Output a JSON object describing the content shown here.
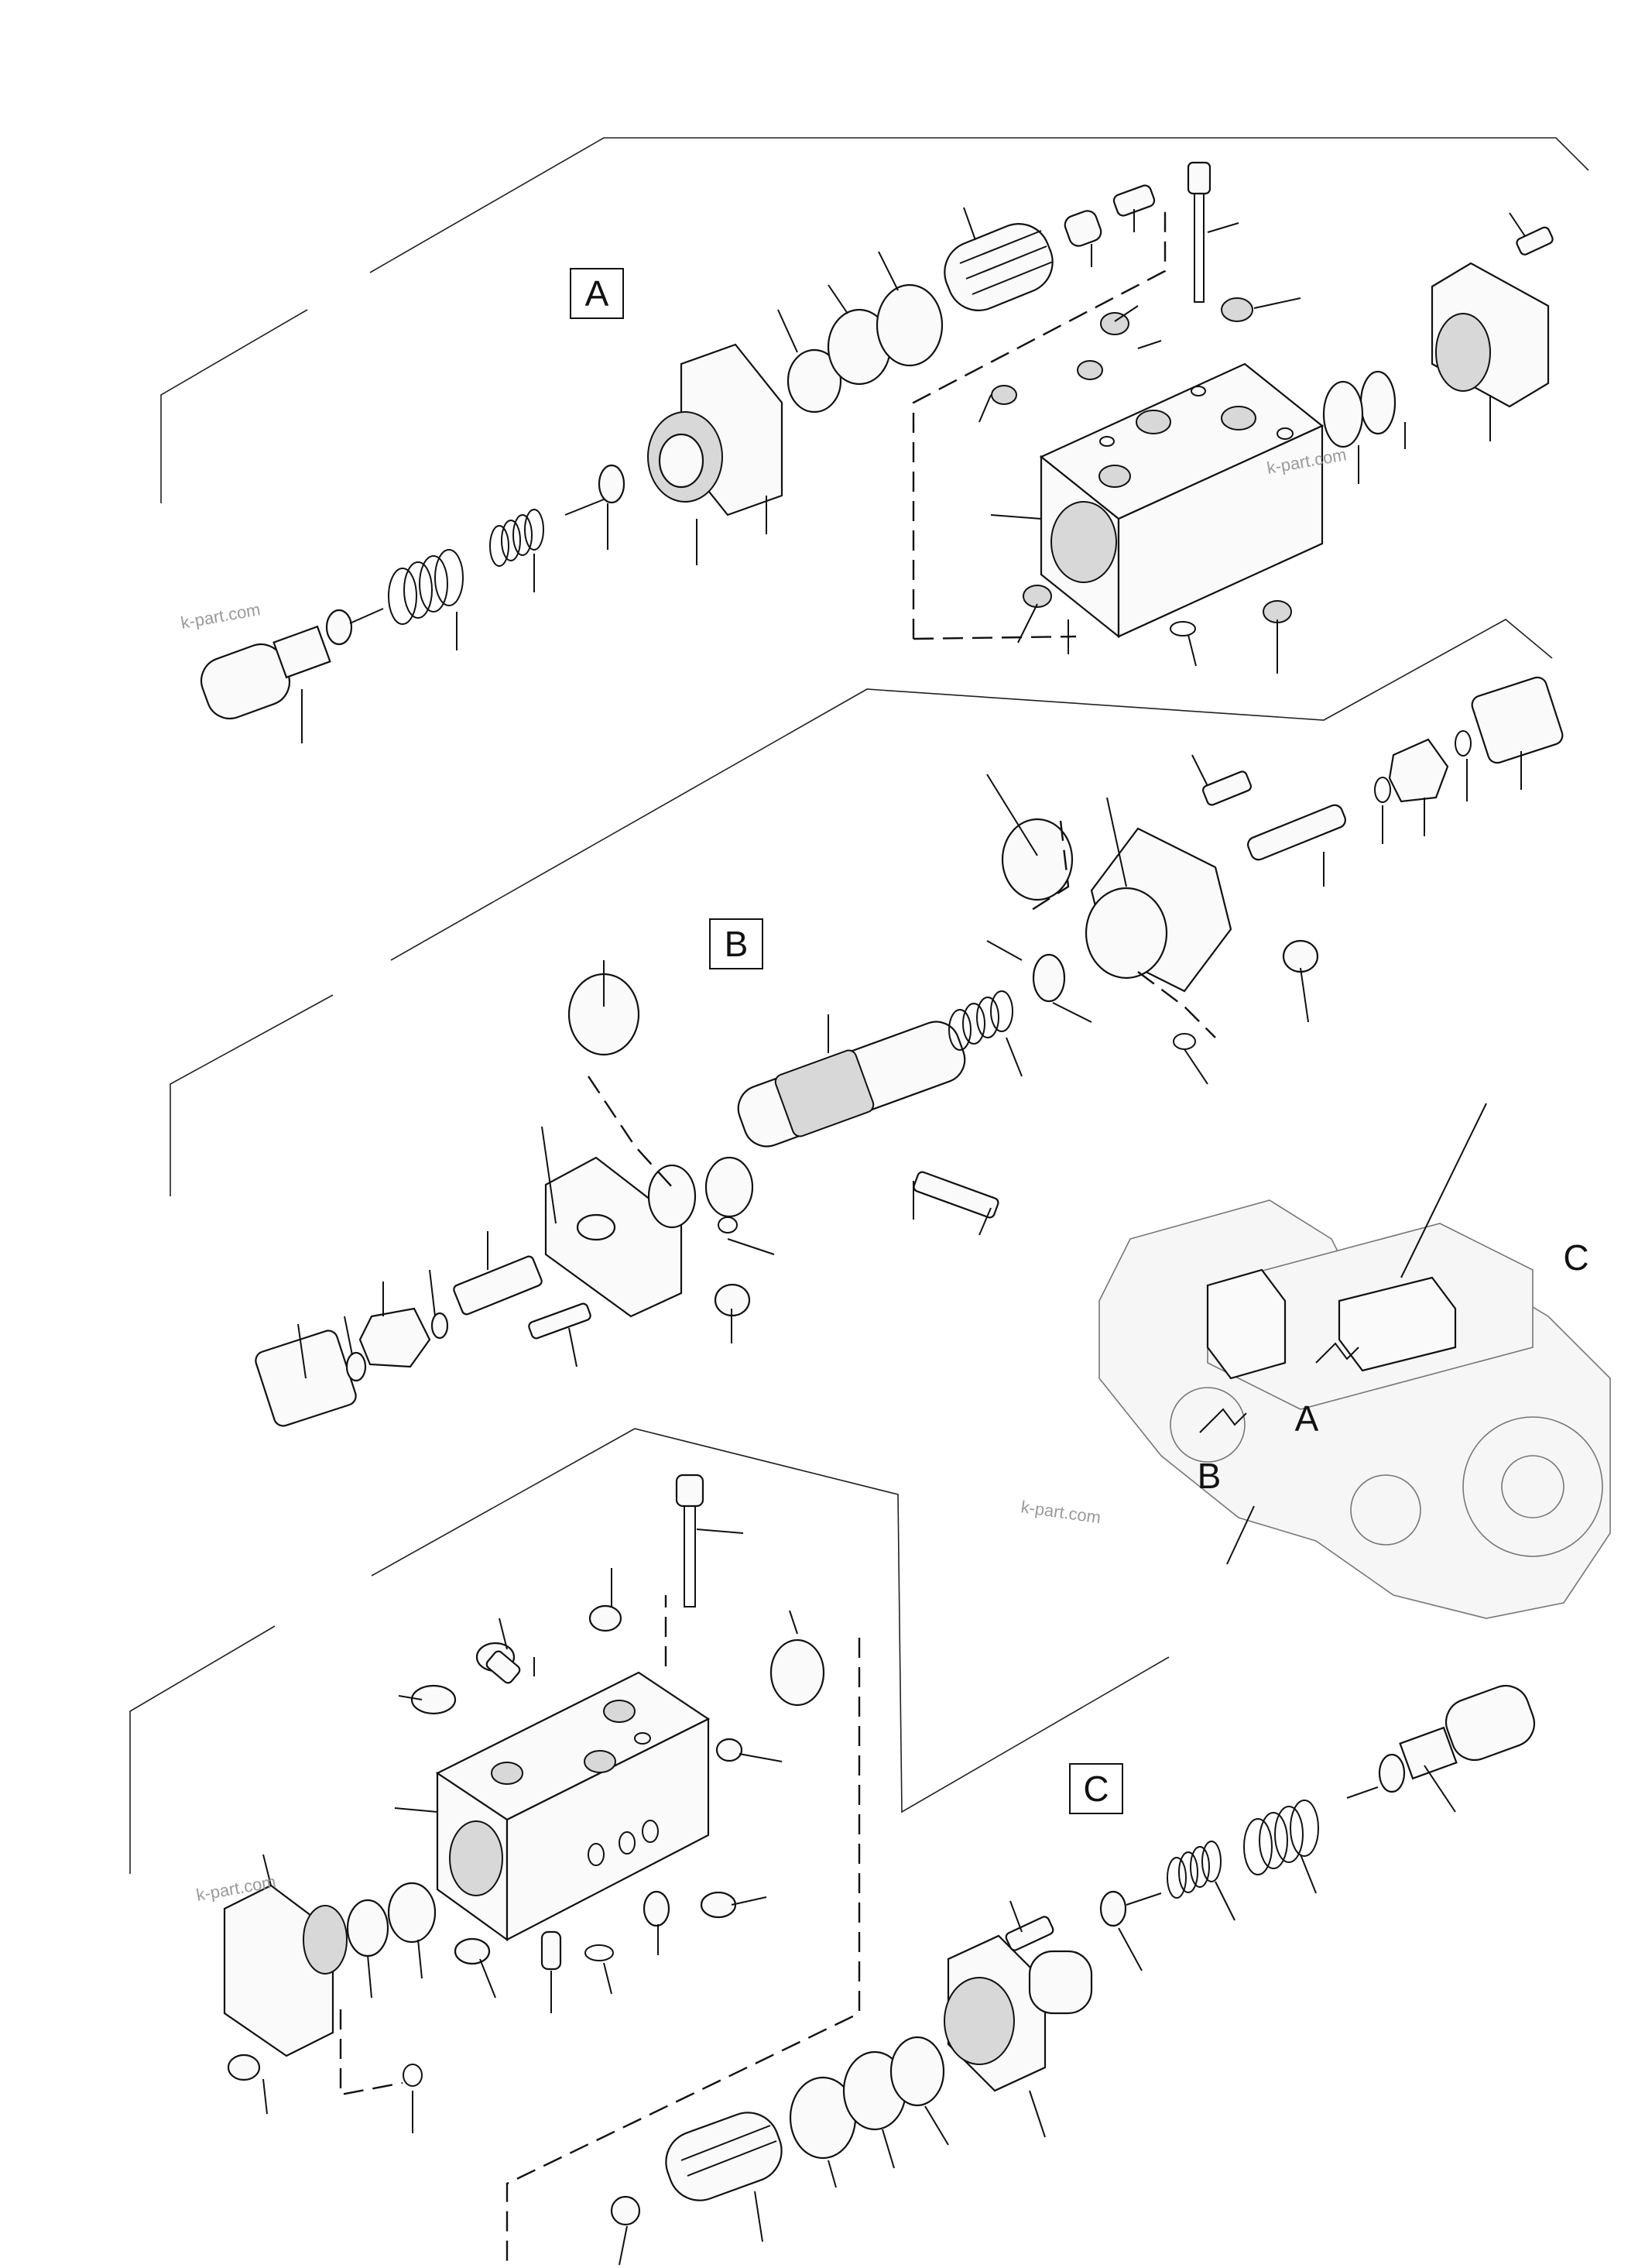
{
  "sections": [
    {
      "id": "A",
      "label": "A"
    },
    {
      "id": "B",
      "label": "B"
    },
    {
      "id": "C",
      "label": "C"
    }
  ],
  "pump_view_labels": {
    "a": "A",
    "b": "B",
    "c": "C"
  },
  "watermark": "k-part.com"
}
